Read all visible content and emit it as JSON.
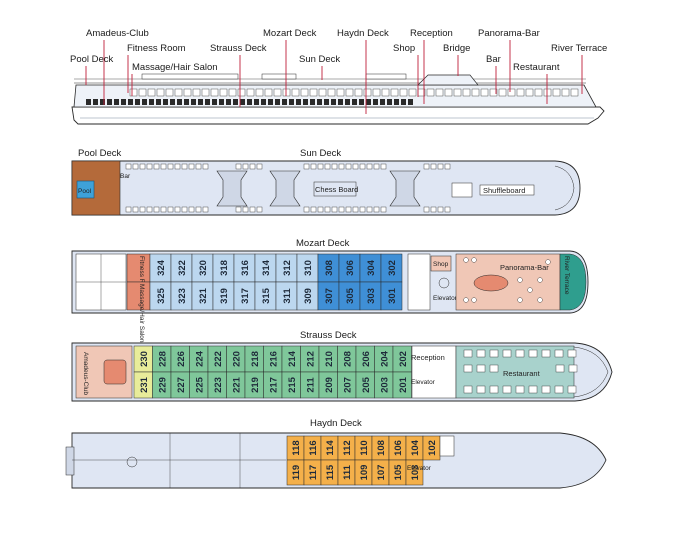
{
  "colors": {
    "hull": "#dfe6f3",
    "outline": "#2a2a2a",
    "callout_line": "#c0203a",
    "teal": "#2f9e8e",
    "cabin_blue_light": "#bcd7ef",
    "cabin_blue": "#3f8fd6",
    "cabin_green": "#7fc79a",
    "cabin_yellow": "#e8ec9a",
    "cabin_orange": "#f4b04a",
    "salmon": "#e58a70",
    "restaurant_teal": "#a8d2cc",
    "bar_salmon": "#f0c7b6",
    "pool_blue": "#3ea1d8",
    "wood": "#b46a3a"
  },
  "profile": {
    "callouts": [
      {
        "id": "amadeus-club",
        "label": "Amadeus-Club"
      },
      {
        "id": "pool-deck",
        "label": "Pool Deck"
      },
      {
        "id": "fitness-room",
        "label": "Fitness Room"
      },
      {
        "id": "massage-hair-salon",
        "label": "Massage/Hair Salon"
      },
      {
        "id": "strauss-deck",
        "label": "Strauss Deck"
      },
      {
        "id": "mozart-deck",
        "label": "Mozart Deck"
      },
      {
        "id": "sun-deck",
        "label": "Sun Deck"
      },
      {
        "id": "haydn-deck",
        "label": "Haydn Deck"
      },
      {
        "id": "reception",
        "label": "Reception"
      },
      {
        "id": "shop",
        "label": "Shop"
      },
      {
        "id": "bridge",
        "label": "Bridge"
      },
      {
        "id": "panorama-bar",
        "label": "Panorama-Bar"
      },
      {
        "id": "bar",
        "label": "Bar"
      },
      {
        "id": "restaurant",
        "label": "Restaurant"
      },
      {
        "id": "river-terrace",
        "label": "River Terrace"
      }
    ]
  },
  "sun_deck": {
    "title_pool": "Pool Deck",
    "title_sun": "Sun Deck",
    "pool": "Pool",
    "bar": "Bar",
    "chess": "Chess Board",
    "shuffle": "Shuffleboard"
  },
  "mozart_deck": {
    "title": "Mozart Deck",
    "fitness": "Fitness Room",
    "massage": "Massage/Hair Salon",
    "shop": "Shop",
    "elevator": "Elevator",
    "panorama_bar": "Panorama-Bar",
    "river_terrace": "River Terrace",
    "top_row": [
      "324",
      "322",
      "320",
      "318",
      "316",
      "314",
      "312",
      "310",
      "308",
      "306",
      "304",
      "302"
    ],
    "bottom_row": [
      "325",
      "323",
      "321",
      "319",
      "317",
      "315",
      "311",
      "309",
      "307",
      "305",
      "303",
      "301"
    ]
  },
  "strauss_deck": {
    "title": "Strauss Deck",
    "club": "Amadeus-Club",
    "reception": "Reception",
    "elevator": "Elevator",
    "restaurant": "Restaurant",
    "top_row": [
      "230",
      "228",
      "226",
      "224",
      "222",
      "220",
      "218",
      "216",
      "214",
      "212",
      "210",
      "208",
      "206",
      "204",
      "202"
    ],
    "bottom_row": [
      "231",
      "229",
      "227",
      "225",
      "223",
      "221",
      "219",
      "217",
      "215",
      "211",
      "209",
      "207",
      "205",
      "203",
      "201"
    ]
  },
  "haydn_deck": {
    "title": "Haydn Deck",
    "elevator": "Elevator",
    "top_row": [
      "118",
      "116",
      "114",
      "112",
      "110",
      "108",
      "106",
      "104",
      "102"
    ],
    "bottom_row": [
      "119",
      "117",
      "115",
      "111",
      "109",
      "107",
      "105",
      "103"
    ]
  }
}
